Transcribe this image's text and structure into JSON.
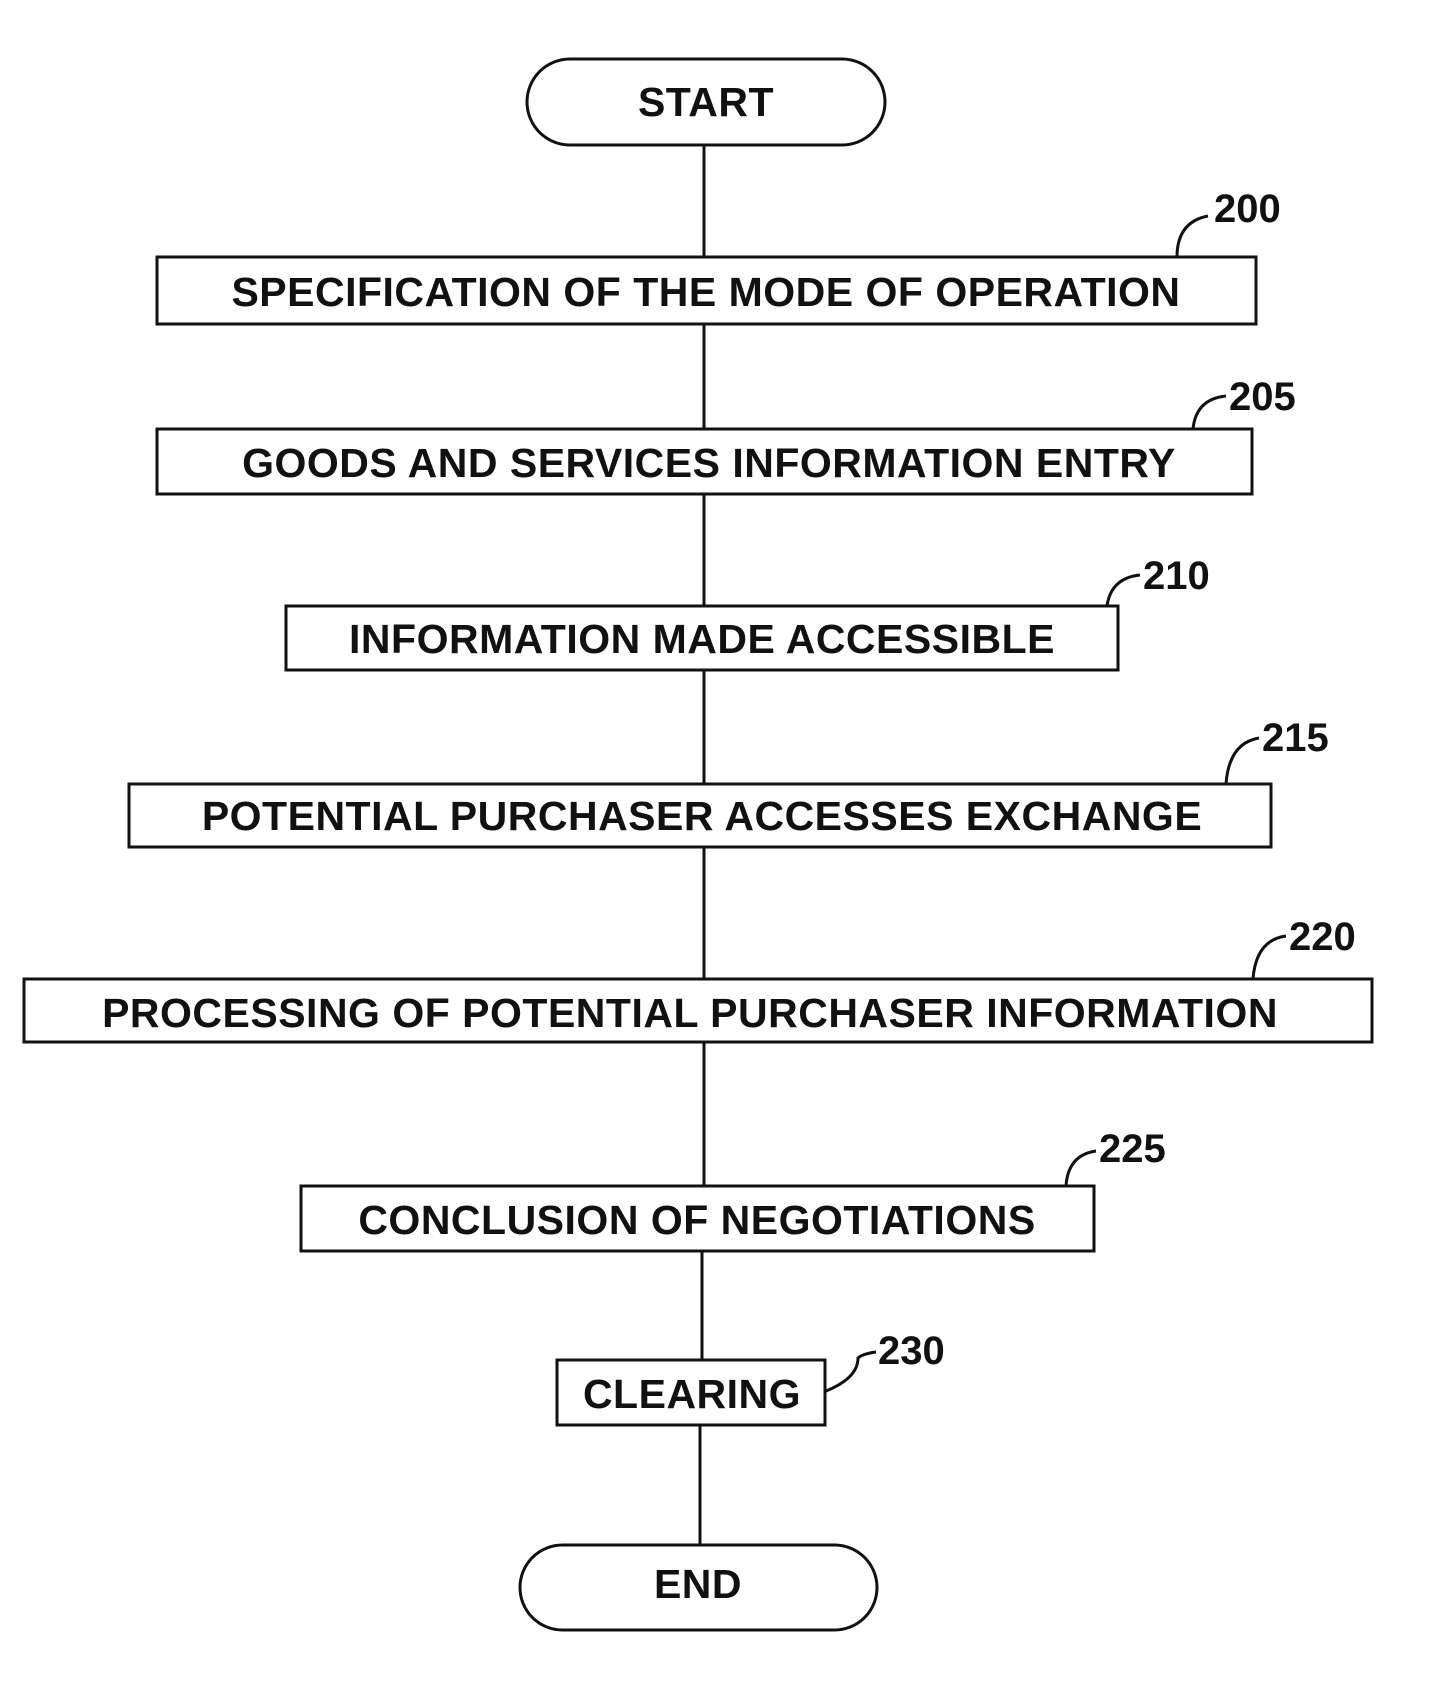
{
  "start": {
    "label": "START"
  },
  "end": {
    "label": "END"
  },
  "steps": [
    {
      "ref": "200",
      "label": "SPECIFICATION OF THE MODE OF OPERATION"
    },
    {
      "ref": "205",
      "label": "GOODS AND SERVICES INFORMATION ENTRY"
    },
    {
      "ref": "210",
      "label": "INFORMATION MADE ACCESSIBLE"
    },
    {
      "ref": "215",
      "label": "POTENTIAL PURCHASER ACCESSES EXCHANGE"
    },
    {
      "ref": "220",
      "label": "PROCESSING OF POTENTIAL PURCHASER INFORMATION"
    },
    {
      "ref": "225",
      "label": "CONCLUSION OF NEGOTIATIONS"
    },
    {
      "ref": "230",
      "label": "CLEARING"
    }
  ]
}
